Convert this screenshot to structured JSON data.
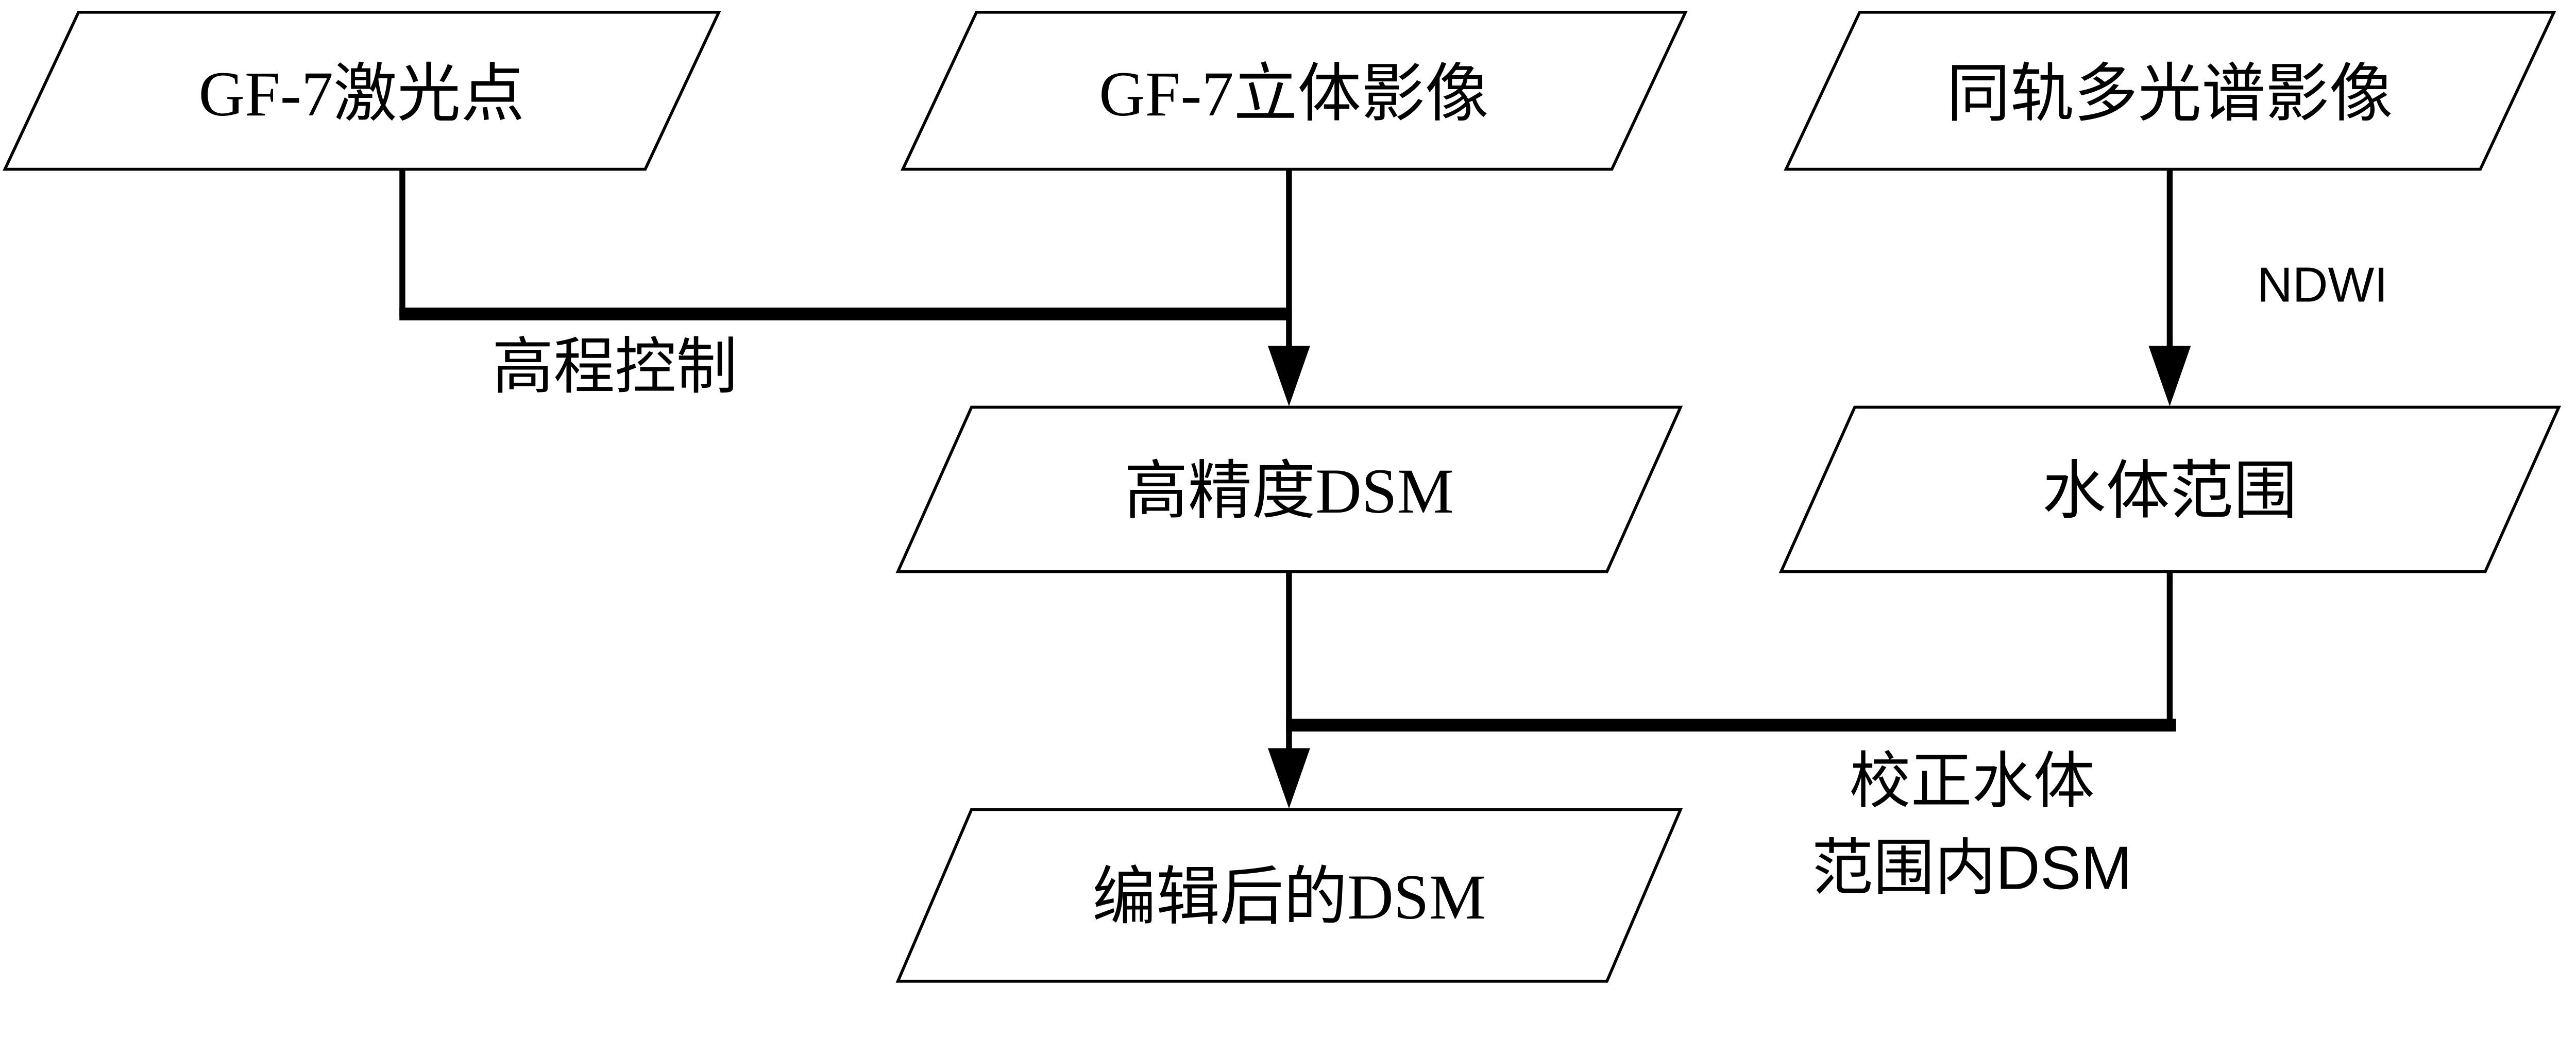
{
  "canvas": {
    "background": "#ffffff",
    "stroke_color": "#000000",
    "node_fill": "#ffffff"
  },
  "nodes": [
    {
      "id": "gf7-laser-points",
      "label": "GF-7激光点"
    },
    {
      "id": "gf7-stereo-imagery",
      "label": "GF-7立体影像"
    },
    {
      "id": "coorbit-multispectral-imagery",
      "label": "同轨多光谱影像"
    },
    {
      "id": "high-precision-dsm",
      "label": "高精度DSM"
    },
    {
      "id": "water-body-extent",
      "label": "水体范围"
    },
    {
      "id": "edited-dsm",
      "label": "编辑后的DSM"
    }
  ],
  "edge_labels": {
    "elevation_control": "高程控制",
    "ndwi": "NDWI",
    "correct_water_line1": "校正水体",
    "correct_water_line2": "范围内DSM"
  }
}
